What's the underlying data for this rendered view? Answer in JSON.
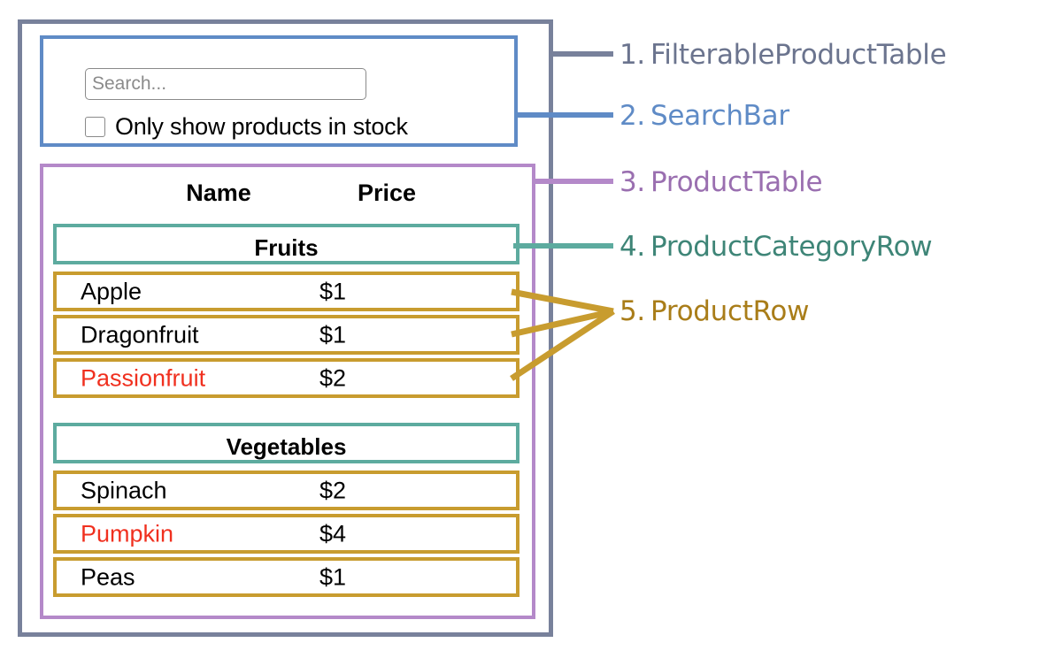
{
  "diagram": {
    "title": "React component hierarchy diagram",
    "colors": {
      "filterable_product_table": "#78819b",
      "search_bar": "#5f8bc6",
      "product_table": "#b489c9",
      "product_category_row": "#5dab9f",
      "product_row": "#c89c2f",
      "out_of_stock_text": "#f0301f"
    }
  },
  "search_bar": {
    "input_value": "",
    "input_placeholder": "Search...",
    "checkbox_checked": false,
    "checkbox_label": "Only show products in stock"
  },
  "product_table": {
    "columns": [
      "Name",
      "Price"
    ],
    "groups": [
      {
        "category": "Fruits",
        "products": [
          {
            "name": "Apple",
            "price": "$1",
            "in_stock": true
          },
          {
            "name": "Dragonfruit",
            "price": "$1",
            "in_stock": true
          },
          {
            "name": "Passionfruit",
            "price": "$2",
            "in_stock": false
          }
        ]
      },
      {
        "category": "Vegetables",
        "products": [
          {
            "name": "Spinach",
            "price": "$2",
            "in_stock": true
          },
          {
            "name": "Pumpkin",
            "price": "$4",
            "in_stock": false
          },
          {
            "name": "Peas",
            "price": "$1",
            "in_stock": true
          }
        ]
      }
    ]
  },
  "annotations": [
    {
      "number": "1.",
      "label": "FilterableProductTable",
      "color": "#6b748e"
    },
    {
      "number": "2.",
      "label": "SearchBar",
      "color": "#5f8bc6"
    },
    {
      "number": "3.",
      "label": "ProductTable",
      "color": "#9a6fb0"
    },
    {
      "number": "4.",
      "label": "ProductCategoryRow",
      "color": "#3e8577"
    },
    {
      "number": "5.",
      "label": "ProductRow",
      "color": "#a97d19"
    }
  ]
}
